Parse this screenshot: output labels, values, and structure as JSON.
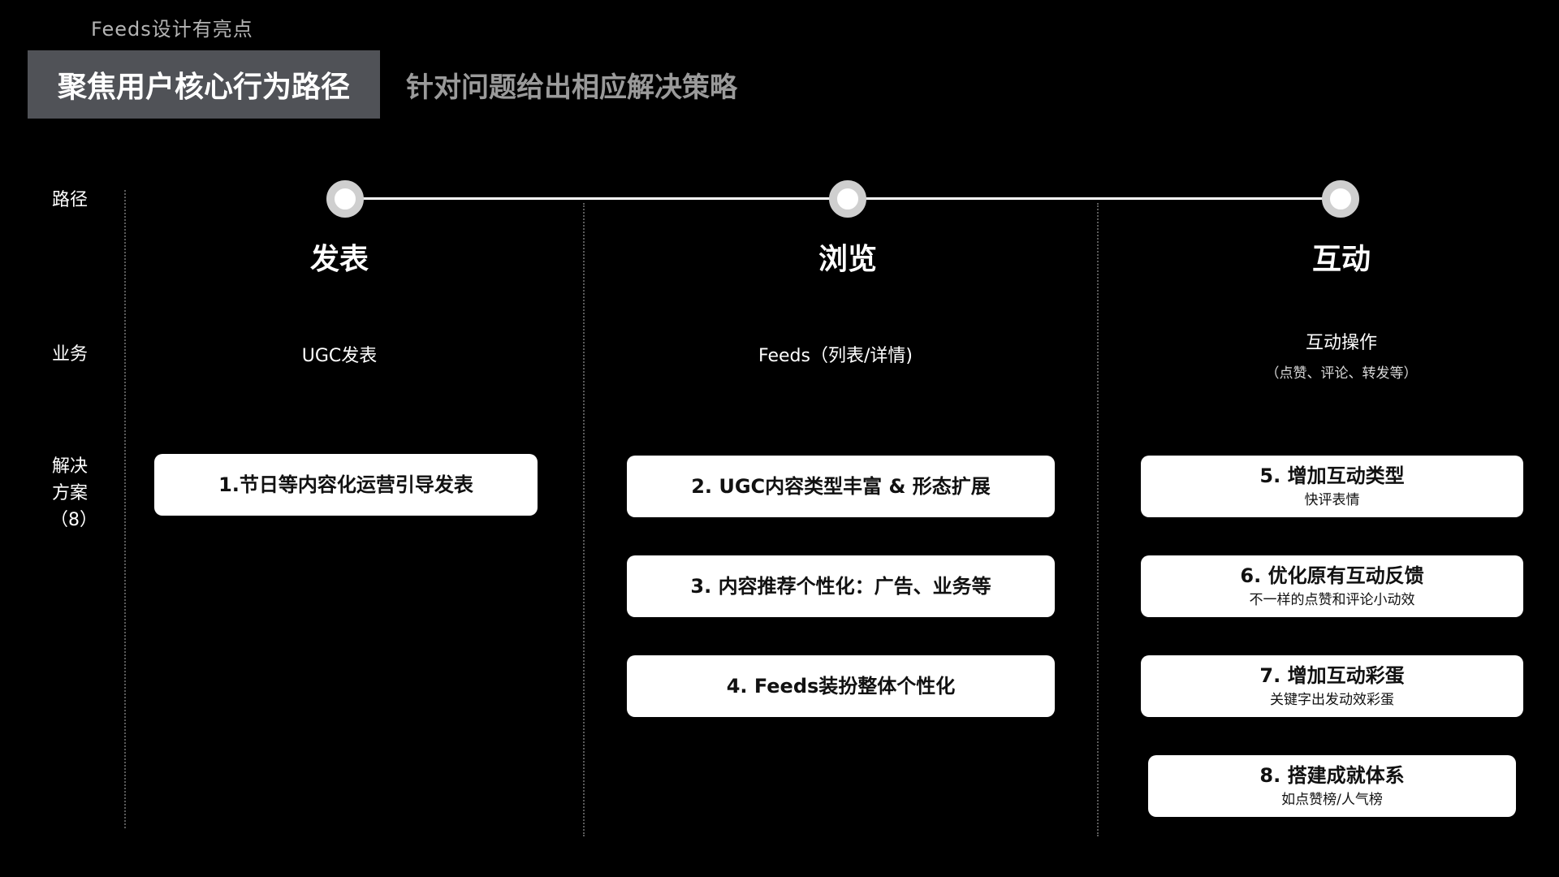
{
  "header": {
    "eyebrow": "Feeds设计有亮点",
    "title": "聚焦用户核心行为路径",
    "subtitle": "针对问题给出相应解决策略"
  },
  "row_labels": {
    "path": "路径",
    "business": "业务",
    "solution_line1": "解决",
    "solution_line2": "方案",
    "solution_line3": "（8）"
  },
  "stages": [
    {
      "name": "发表",
      "business": "UGC发表",
      "business_note": ""
    },
    {
      "name": "浏览",
      "business": "Feeds（列表/详情)",
      "business_note": ""
    },
    {
      "name": "互动",
      "business": "互动操作",
      "business_note": "（点赞、评论、转发等）"
    }
  ],
  "solutions": [
    {
      "title": "1.节日等内容化运营引导发表",
      "note": ""
    },
    {
      "title": "2. UGC内容类型丰富 & 形态扩展",
      "note": ""
    },
    {
      "title": "3. 内容推荐个性化：广告、业务等",
      "note": ""
    },
    {
      "title": "4. Feeds装扮整体个性化",
      "note": ""
    },
    {
      "title": "5. 增加互动类型",
      "note": "快评表情"
    },
    {
      "title": "6. 优化原有互动反馈",
      "note": "不一样的点赞和评论小动效"
    },
    {
      "title": "7. 增加互动彩蛋",
      "note": "关键字出发动效彩蛋"
    },
    {
      "title": "8. 搭建成就体系",
      "note": "如点赞榜/人气榜"
    }
  ],
  "colors": {
    "background": "#000000",
    "title_box": "#505257",
    "card": "#ffffff",
    "subtitle": "#9a9a9a"
  }
}
